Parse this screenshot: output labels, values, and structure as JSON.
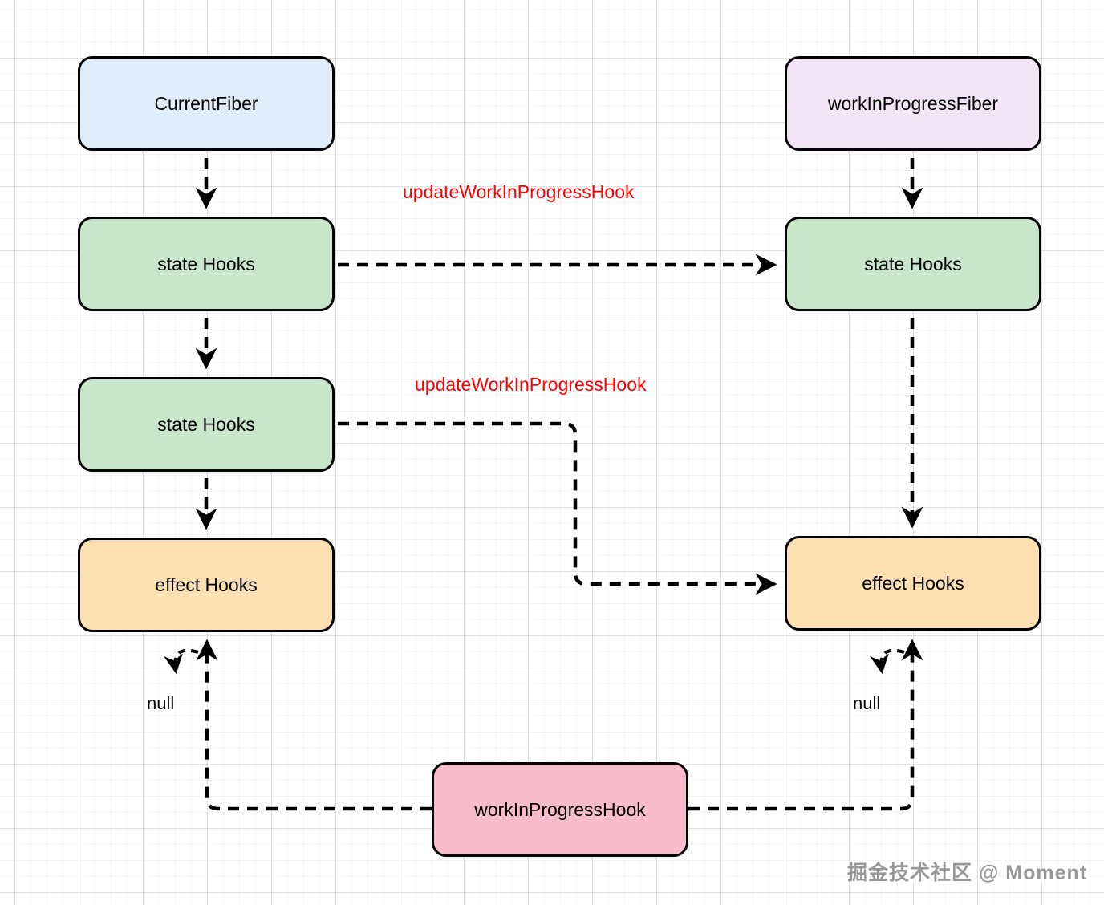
{
  "diagram": {
    "nodes": {
      "current_fiber": {
        "label": "CurrentFiber",
        "fill": "#deedf9"
      },
      "work_in_progress_fiber": {
        "label": "workInProgressFiber",
        "fill": "#f2e4f6"
      },
      "state_hooks_left_top": {
        "label": "state Hooks",
        "fill": "#c9e5ca"
      },
      "state_hooks_left_bottom": {
        "label": "state Hooks",
        "fill": "#c9e5ca"
      },
      "effect_hooks_left": {
        "label": "effect Hooks",
        "fill": "#fde0b2"
      },
      "state_hooks_right": {
        "label": "state Hooks",
        "fill": "#c9e5ca"
      },
      "effect_hooks_right": {
        "label": "effect Hooks",
        "fill": "#fde0b2"
      },
      "work_in_progress_hook": {
        "label": "workInProgressHook",
        "fill": "#f7bbce"
      }
    },
    "edge_labels": {
      "top": "updateWorkInProgressHook",
      "middle": "updateWorkInProgressHook"
    },
    "null_labels": {
      "left": "null",
      "right": "null"
    },
    "colors": {
      "edge_label": "#ff0000",
      "stroke": "#000000"
    },
    "watermark": "掘金技术社区 @ Moment"
  }
}
